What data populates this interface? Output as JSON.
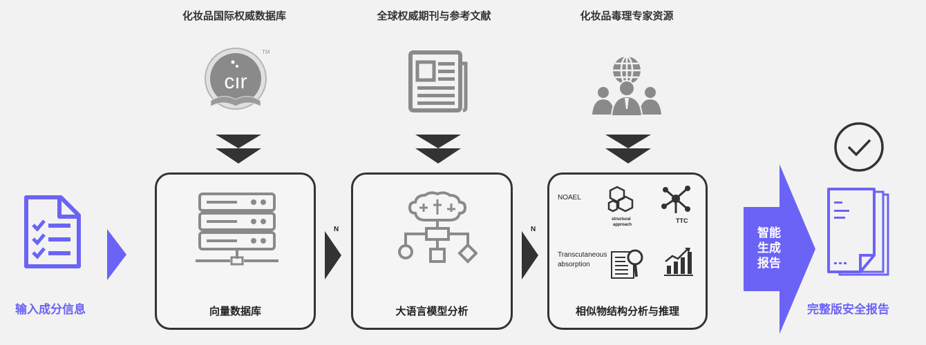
{
  "sources": {
    "cir_title": "化妆品国际权威数据库",
    "journals_title": "全球权威期刊与参考文献",
    "experts_title": "化妆品毒理专家资源"
  },
  "input": {
    "label": "输入成分信息"
  },
  "boxes": {
    "vector_db": "向量数据库",
    "llm": "大语言模型分析",
    "analog": "相似物结构分析与推理"
  },
  "connector_label": "N",
  "analog_items": {
    "noael": "NOAEL",
    "structural_line1": "structural",
    "structural_line2": "approach",
    "ttc": "TTC",
    "transcutaneous_line1": "Transcutaneous",
    "transcutaneous_line2": "absorption"
  },
  "generate": {
    "line1": "智能",
    "line2": "生成",
    "line3": "报告"
  },
  "output": {
    "label": "完整版安全报告"
  },
  "logo": {
    "text": "cır",
    "tm": "TM"
  },
  "colors": {
    "accent": "#6b63f5",
    "dark": "#333333",
    "gray": "#8a8a8a"
  }
}
